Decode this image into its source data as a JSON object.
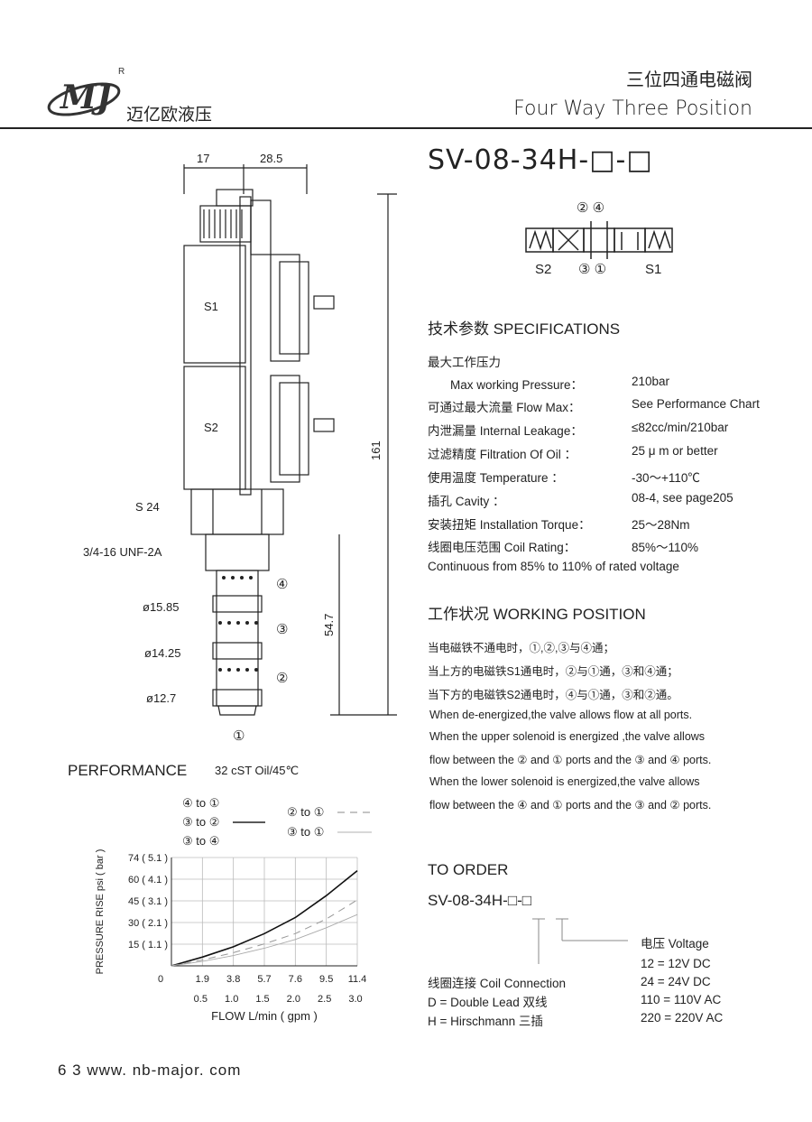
{
  "header": {
    "title_cn": "三位四通电磁阀",
    "title_en": "Four Way Three Position",
    "brand_name": "迈亿欧液压",
    "logo_text": "MJ"
  },
  "model": "SV-08-34H-□-□",
  "symbol": {
    "port_top": "② ④",
    "label_left": "S2",
    "label_right": "S1",
    "port_bottom": "③ ①"
  },
  "drawing": {
    "dim_17": "17",
    "dim_28_5": "28.5",
    "dim_161": "161",
    "dim_54_7": "54.7",
    "s1": "S1",
    "s2": "S2",
    "s24": "S 24",
    "thread": "3/4-16 UNF-2A",
    "d1585": "ø15.85",
    "d1425": "ø14.25",
    "d127": "ø12.7",
    "p4": "④",
    "p3": "③",
    "p2": "②",
    "p1": "①"
  },
  "specs": {
    "heading": "技术参数 SPECIFICATIONS",
    "rows": [
      {
        "label": "最大工作压力",
        "value": ""
      },
      {
        "label": "Max working Pressure：",
        "value": "210bar"
      },
      {
        "label": "可通过最大流量 Flow Max：",
        "value": "See Performance Chart"
      },
      {
        "label": "内泄漏量 Internal Leakage：",
        "value": "≤82cc/min/210bar"
      },
      {
        "label": "过滤精度 Filtration Of Oil ：",
        "value": "25 μ m or better"
      },
      {
        "label": "使用温度 Temperature ：",
        "value": "-30～+110℃"
      },
      {
        "label": "插孔 Cavity ：",
        "value": "08-4, see page205"
      },
      {
        "label": "安装扭矩 Installation Torque：",
        "value": "25～28Nm"
      },
      {
        "label": "线圈电压范围 Coil Rating：",
        "value": "85%～110%"
      }
    ],
    "note": "Continuous from 85% to 110% of rated voltage"
  },
  "working": {
    "heading": "工作状况 WORKING POSITION",
    "lines": [
      "当电磁铁不通电时，①,②,③与④通；",
      "当上方的电磁铁S1通电时，②与①通，③和④通；",
      "当下方的电磁铁S2通电时，④与①通，③和②通。",
      "When de-energized,the valve allows flow at all ports.",
      "When the upper solenoid is energized ,the valve allows",
      "flow between the ② and ① ports and the ③ and ④ ports.",
      "When the lower solenoid is energized,the valve allows",
      "flow between the ④ and ① ports and the ③ and ② ports."
    ]
  },
  "order": {
    "heading": "TO ORDER",
    "model": "SV-08-34H-□-□",
    "voltage_title": "电压  Voltage",
    "voltages": [
      "12  =   12V DC",
      "24  =   24V DC",
      "110 = 110V AC",
      "220 = 220V AC"
    ],
    "coil_title": "线圈连接  Coil Connection",
    "coils": [
      "D = Double Lead   双线",
      "H = Hirschmann    三插"
    ]
  },
  "performance": {
    "heading": "PERFORMANCE",
    "condition": "32 cST Oil/45℃"
  },
  "chart_data": {
    "type": "line",
    "title": "",
    "xlabel": "FLOW L/min ( gpm )",
    "ylabel": "PRESSURE RISE psi ( bar )",
    "x_ticks_lpm": [
      "0",
      "1.9",
      "3.8",
      "5.7",
      "7.6",
      "9.5",
      "11.4"
    ],
    "x_ticks_gpm": [
      "0.5",
      "1.0",
      "1.5",
      "2.0",
      "2.5",
      "3.0"
    ],
    "y_ticks": [
      "74 ( 5.1 )",
      "60 ( 4.1 )",
      "45 ( 3.1 )",
      "30 ( 2.1 )",
      "15 ( 1.1 )"
    ],
    "xlim": [
      0,
      11.4
    ],
    "ylim": [
      0,
      74
    ],
    "legend": [
      {
        "name": "④ to ①",
        "style": "none"
      },
      {
        "name": "③ to ②",
        "style": "solid"
      },
      {
        "name": "③ to ④",
        "style": "none"
      },
      {
        "name": "② to ①",
        "style": "dashed"
      },
      {
        "name": "③ to ①",
        "style": "thin"
      }
    ],
    "series": [
      {
        "name": "③ to ②",
        "style": "solid",
        "x": [
          0,
          1.9,
          3.8,
          5.7,
          7.6,
          9.5,
          11.4
        ],
        "y": [
          0,
          6,
          13,
          22,
          33,
          48,
          65
        ]
      },
      {
        "name": "② to ①",
        "style": "dashed",
        "x": [
          0,
          1.9,
          3.8,
          5.7,
          7.6,
          9.5,
          11.4
        ],
        "y": [
          0,
          4,
          9,
          15,
          22,
          32,
          45
        ]
      },
      {
        "name": "③ to ①",
        "style": "thin",
        "x": [
          0,
          1.9,
          3.8,
          5.7,
          7.6,
          9.5,
          11.4
        ],
        "y": [
          0,
          3,
          7,
          12,
          18,
          26,
          35
        ]
      }
    ]
  },
  "footer": "6 3 www. nb-major. com"
}
